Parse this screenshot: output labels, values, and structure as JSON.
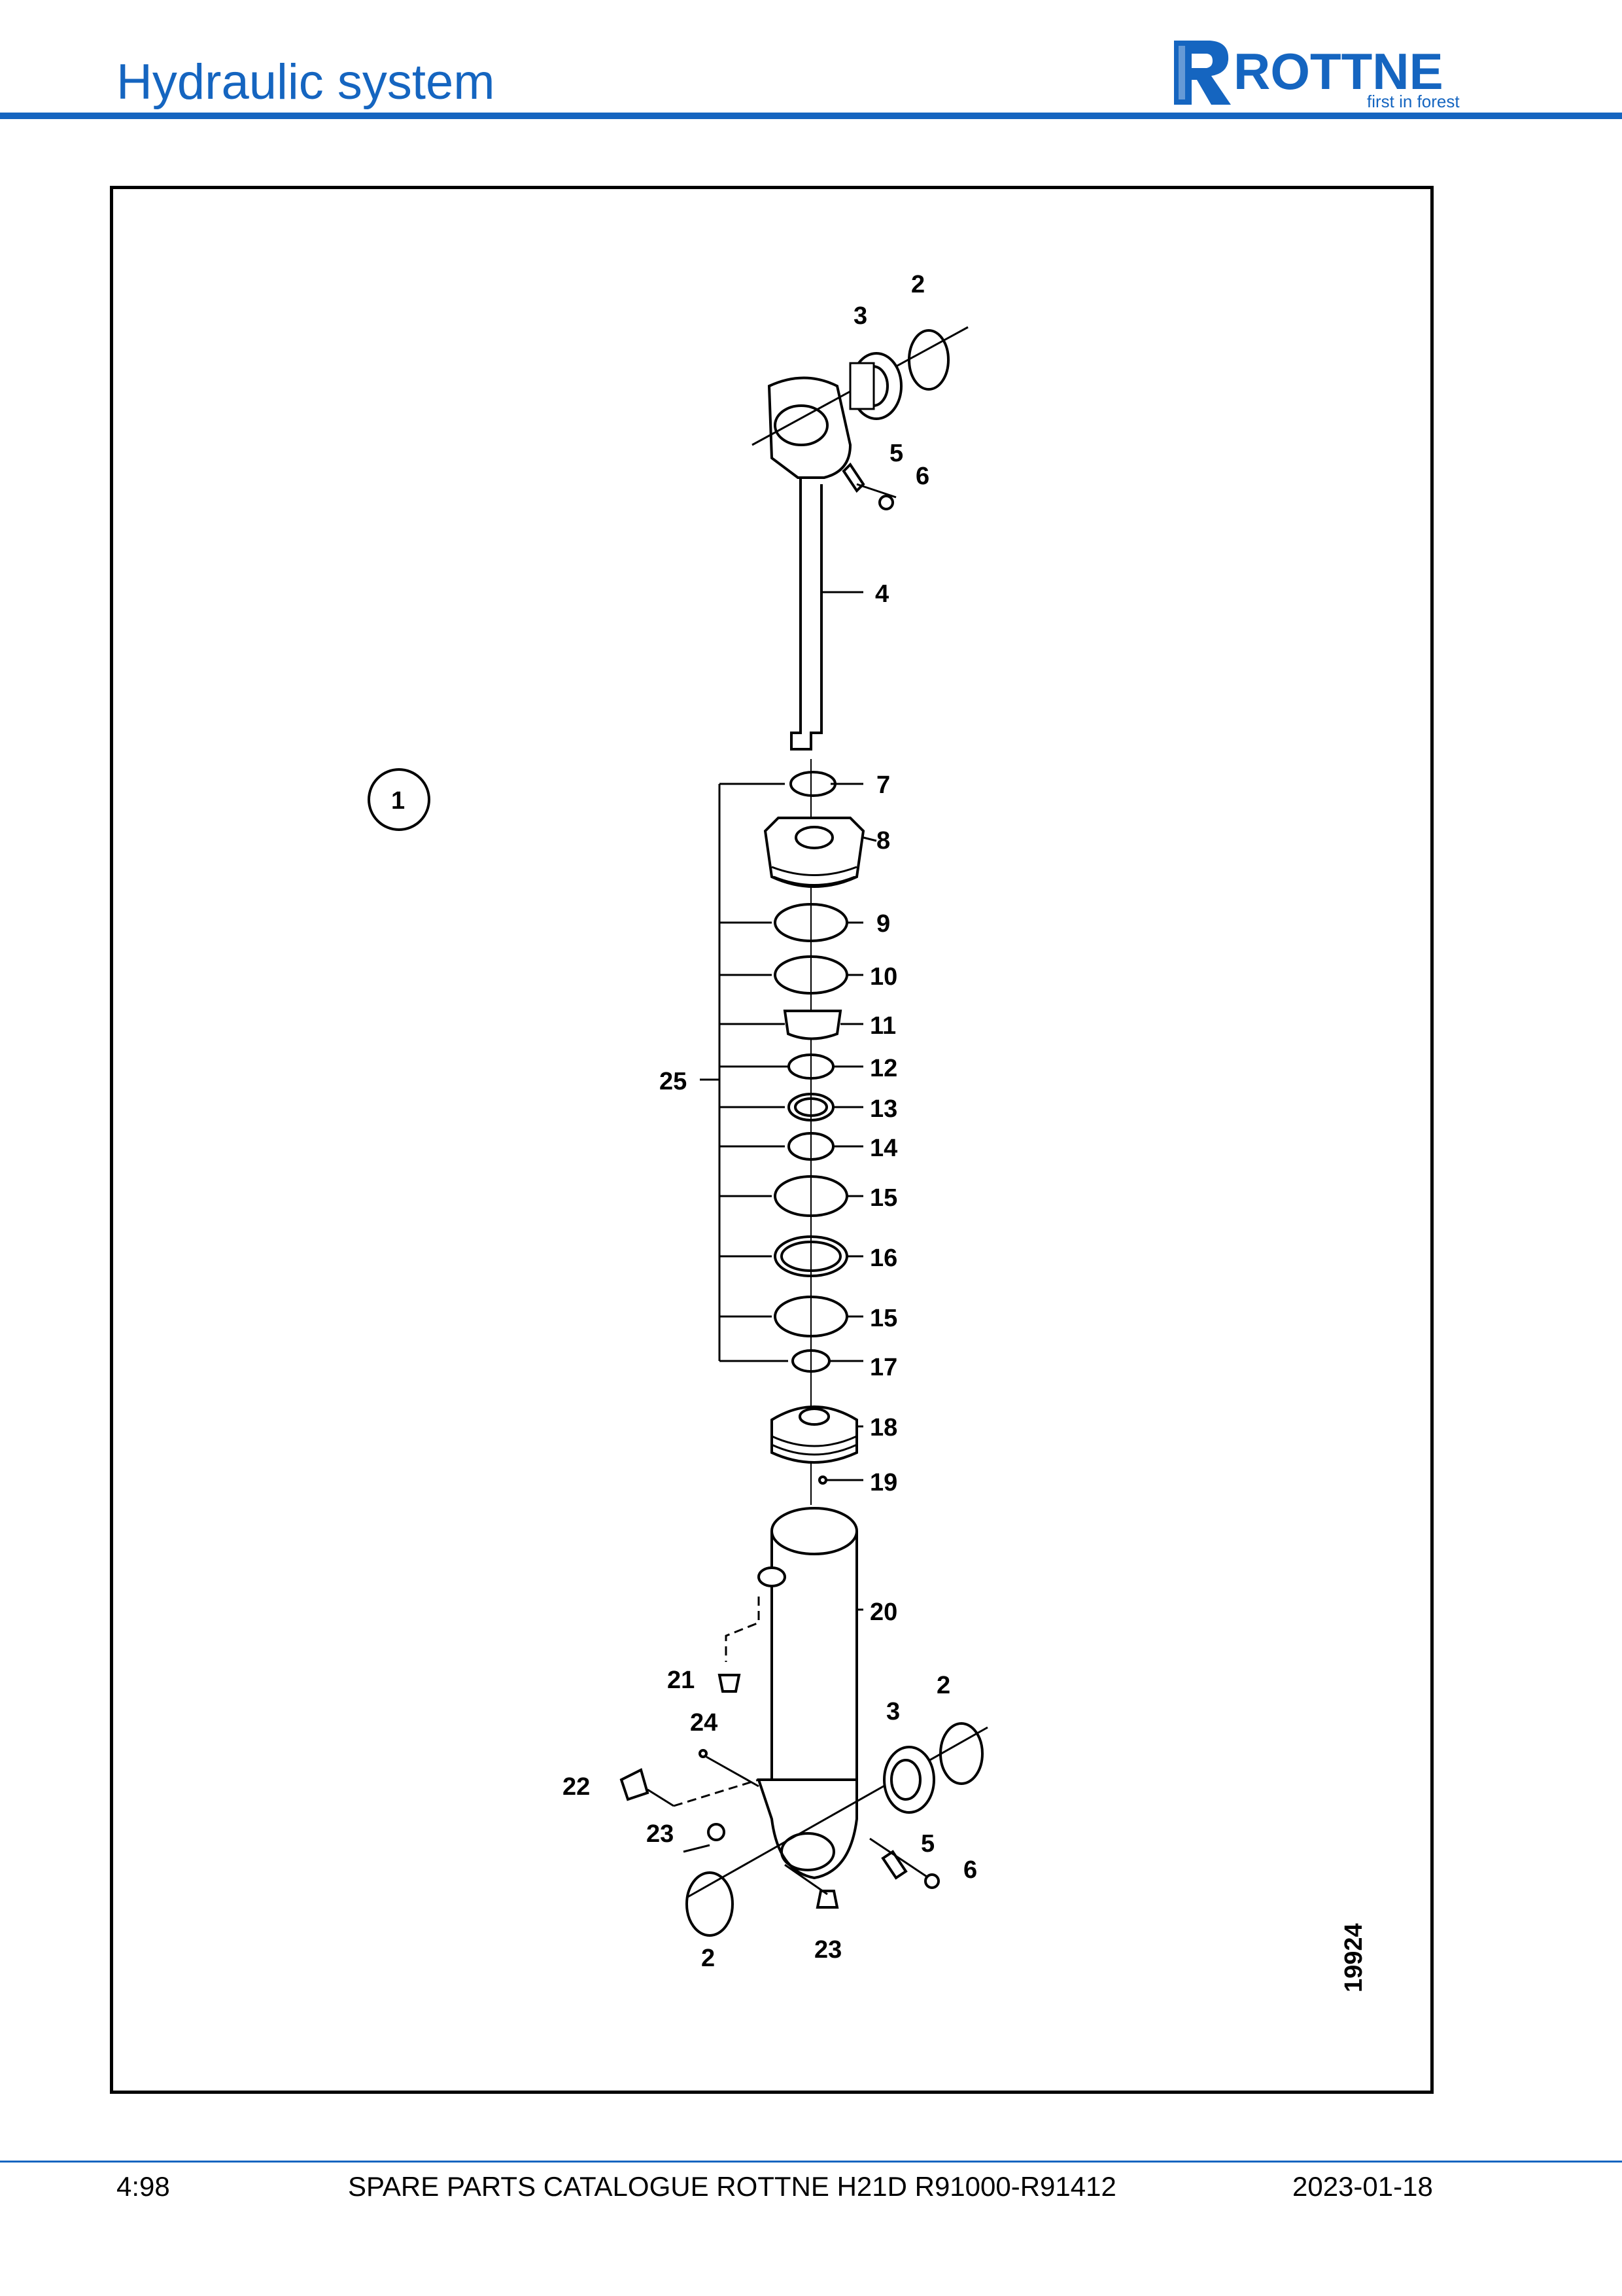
{
  "header": {
    "title": "Hydraulic system"
  },
  "logo": {
    "name": "ROTTNE",
    "tagline": "first in forest",
    "icon": "rottne-logo-icon"
  },
  "colors": {
    "accent": "#1565c0",
    "line": "#000000"
  },
  "diagram": {
    "assembly_number": "1",
    "image_number": "19924",
    "callouts": [
      "2",
      "3",
      "5",
      "6",
      "4",
      "7",
      "8",
      "9",
      "10",
      "11",
      "12",
      "25",
      "13",
      "14",
      "15",
      "16",
      "15",
      "17",
      "18",
      "19",
      "20",
      "21",
      "2",
      "3",
      "24",
      "22",
      "23",
      "5",
      "6",
      "2",
      "23"
    ]
  },
  "footer": {
    "page": "4:98",
    "title": "SPARE PARTS CATALOGUE ROTTNE H21D R91000-R91412",
    "date": "2023-01-18"
  }
}
